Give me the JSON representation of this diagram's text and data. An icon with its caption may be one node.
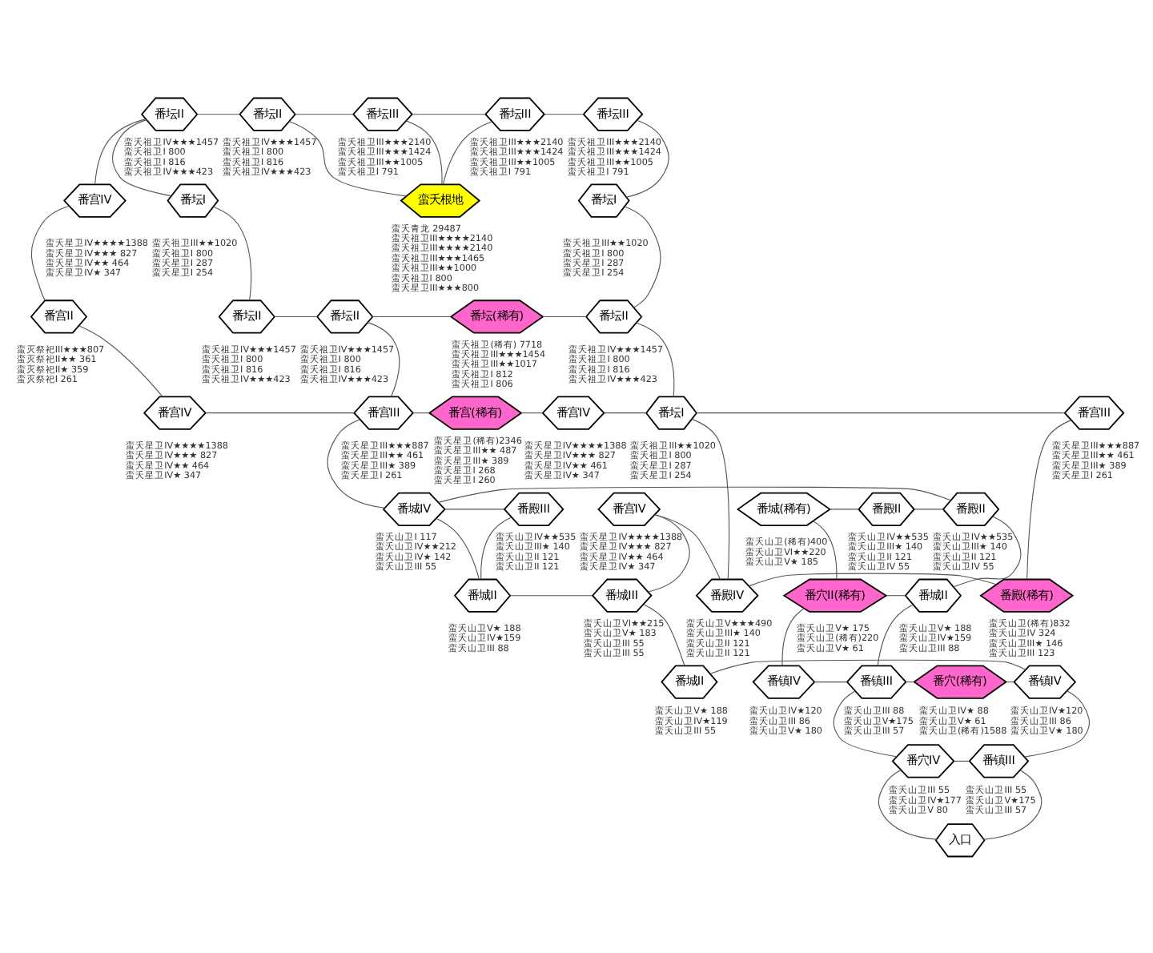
{
  "diagram": {
    "nodes": [
      {
        "text": [
          "番坛II"
        ],
        "beside": [
          "蛮夭祖卫IV★★★1457",
          "蛮夭祖卫I 800",
          "蛮夭祖卫I 816",
          "蛮夭祖卫IV★★★423"
        ]
      },
      {
        "text": [
          "番坛III"
        ],
        "beside": [
          "蛮夭祖卫III★★★2140",
          "蛮夭祖卫III★★★1424",
          "蛮夭祖卫III★★1005",
          "蛮夭祖卫I 791"
        ]
      },
      {
        "text": [
          "番坛III"
        ],
        "beside": [
          "蛮夭祖卫III★★★2140",
          "蛮夭祖卫III★★★1424",
          "蛮夭祖卫III★★1005",
          "蛮夭祖卫I 791"
        ]
      },
      {
        "text": [
          "番坛III"
        ],
        "beside": [
          "蛮夭祖卫III★★★2140",
          "蛮夭祖卫III★★★1424",
          "蛮夭祖卫III★★1005",
          "蛮夭祖卫I 791"
        ]
      },
      {
        "text": [
          "蛮夭根地"
        ],
        "beside": [
          "蛮夭青龙 29487",
          "蛮夭祖卫III★★★★2140",
          "蛮夭祖卫III★★★★2140",
          "蛮夭祖卫III★★★1465",
          "蛮夭祖卫III★★1000",
          "蛮夭祖卫I 800",
          "蛮夭星卫III★★★800"
        ]
      },
      {
        "text": [
          "番坛II"
        ],
        "beside": [
          "蛮夭祖卫IV★★★1457",
          "蛮夭祖卫I 800",
          "蛮夭祖卫I 816",
          "蛮夭祖卫IV★★★423"
        ]
      },
      {
        "text": [
          "番坛I"
        ],
        "beside": [
          "蛮夭祖卫III★★1020",
          "蛮夭祖卫I 800",
          "蛮夭星卫I 287",
          "蛮夭星卫I 254"
        ]
      },
      {
        "text": [
          "番坛I"
        ],
        "beside": [
          "蛮夭祖卫III★★1020",
          "蛮夭祖卫I 800",
          "蛮夭星卫I 287",
          "蛮夭星卫I 254"
        ]
      },
      {
        "text": [
          "番坛II"
        ],
        "beside": [
          "蛮夭祖卫IV★★★1457",
          "蛮夭祖卫I 800",
          "蛮夭祖卫I 816",
          "蛮夭祖卫IV★★★423"
        ]
      },
      {
        "text": [
          "番坛II"
        ],
        "beside": [
          "蛮夭祖卫IV★★★1457",
          "蛮夭祖卫I 800",
          "蛮夭祖卫I 816",
          "蛮夭祖卫IV★★★423"
        ]
      },
      {
        "text": [
          "番坛(稀有)"
        ],
        "beside": [
          "蛮夭祖卫(稀有) 7718",
          "蛮夭祖卫III★★★1454",
          "蛮夭祖卫III★★1017",
          "蛮夭祖卫I 812",
          "蛮夭祖卫I 806"
        ]
      },
      {
        "text": [
          "番坛II"
        ],
        "beside": [
          "蛮夭祖卫IV★★★1457",
          "蛮夭祖卫I 800",
          "蛮夭祖卫I 816",
          "蛮夭祖卫IV★★★423"
        ]
      },
      {
        "text": [
          "番宫IV"
        ],
        "beside": [
          "蛮夭星卫IV★★★★1388",
          "蛮夭星卫IV★★★ 827",
          "蛮夭星卫IV★★ 464",
          "蛮夭星卫IV★ 347"
        ]
      },
      {
        "text": [
          "番宫III"
        ],
        "beside": [
          "蛮夭星卫III★★★887",
          "蛮夭星卫III★★ 461",
          "蛮夭星卫III★ 389",
          "蛮夭星卫I 261"
        ]
      },
      {
        "text": [
          "番宫II"
        ],
        "beside": [
          "蛮灭祭祀III★★★807",
          "蛮灭祭祀II★★ 361",
          "蛮灭祭祀II★ 359",
          "蛮灭祭祀I 261"
        ]
      },
      {
        "text": [
          "番坛I"
        ],
        "beside": [
          "蛮夭祖卫III★★1020",
          "蛮夭祖卫I 800",
          "蛮夭星卫I 287",
          "蛮夭星卫I 254"
        ]
      },
      {
        "text": [
          "番宫IV"
        ],
        "beside": [
          "蛮夭星卫IV★★★★1388",
          "蛮夭星卫IV★★★ 827",
          "蛮夭星卫IV★★ 464",
          "蛮夭星卫IV★ 347"
        ]
      },
      {
        "text": [
          "番宫III"
        ],
        "beside": [
          "蛮夭星卫III★★★887",
          "蛮夭星卫III★★ 461",
          "蛮夭星卫III★ 389",
          "蛮夭星卫I 261"
        ]
      },
      {
        "text": [
          "番宫IV"
        ],
        "beside": [
          "蛮夭星卫IV★★★★1388",
          "蛮夭星卫IV★★★ 827",
          "蛮夭星卫IV★★ 461",
          "蛮夭星卫IV★ 347"
        ]
      },
      {
        "text": [
          "番宫(稀有)"
        ],
        "beside": [
          "蛮夭星卫(稀有)2346",
          "蛮夭星卫III★★ 487",
          "蛮夭星卫III★ 389",
          "蛮夭星卫I 268",
          "蛮夭星卫I 260"
        ]
      },
      {
        "text": [
          "番城(稀有)"
        ],
        "beside": [
          "蛮夭山卫(稀有)400",
          "蛮夭山卫VI★★220",
          "蛮夭山卫V★ 185"
        ]
      },
      {
        "text": [
          "番殿(稀有)"
        ],
        "beside": [
          "蛮夭山卫(稀有)832",
          "蛮夭山卫IV 324",
          "蛮夭山卫III★ 146",
          "蛮夭山卫III 123"
        ]
      },
      {
        "text": [
          "番殿II"
        ],
        "beside": [
          "蛮夭山卫IV★★535",
          "蛮夭山卫III★ 140",
          "蛮夭山卫II 121",
          "蛮夭山卫IV 55"
        ]
      },
      {
        "text": [
          "番殿IV"
        ],
        "beside": [
          "蛮夭山卫V★★★490",
          "蛮夭山卫III★ 140",
          "蛮夭山卫II 121",
          "蛮夭山卫II 121"
        ]
      },
      {
        "text": [
          "番殿II"
        ],
        "beside": [
          "蛮夭山卫IV★★535",
          "蛮夭山卫III★ 140",
          "蛮夭山卫II 121",
          "蛮夭山卫IV 55"
        ]
      },
      {
        "text": [
          "番宫IV"
        ],
        "beside": [
          "蛮夭星卫IV★★★★1388",
          "蛮夭星卫IV★★★ 827",
          "蛮夭星卫IV★★ 464",
          "蛮夭星卫IV★ 347"
        ]
      },
      {
        "text": [
          "番城IV"
        ],
        "beside": [
          "蛮夭山卫I 117",
          "蛮夭山卫IV★★212",
          "蛮夭山卫IV★ 142",
          "蛮夭山卫III 55"
        ]
      },
      {
        "text": [
          "番殿III"
        ],
        "beside": [
          "蛮夭山卫IV★★535",
          "蛮夭山卫III★ 140",
          "蛮夭山卫II 121",
          "蛮夭山卫II 121"
        ]
      },
      {
        "text": [
          "番穴II(稀有)"
        ],
        "beside": [
          "蛮夭山卫V★ 175",
          "蛮夭山卫(稀有)220",
          "蛮夭山卫V★ 61"
        ]
      },
      {
        "text": [
          "番城II"
        ],
        "beside": [
          "蛮夭山卫V★ 188",
          "蛮夭山卫IV★119",
          "蛮夭山卫III 55"
        ]
      },
      {
        "text": [
          "番城II"
        ],
        "beside": [
          "蛮夭山卫V★ 188",
          "蛮夭山卫IV★159",
          "蛮夭山卫III 88"
        ]
      },
      {
        "text": [
          "番城II"
        ],
        "beside": [
          "蛮夭山卫V★ 188",
          "蛮夭山卫IV★159",
          "蛮夭山卫III 88"
        ]
      },
      {
        "text": [
          "番城III"
        ],
        "beside": [
          "蛮夭山卫VI★★215",
          "蛮夭山卫V★ 183",
          "蛮夭山卫III 55",
          "蛮夭山卫III 55"
        ]
      },
      {
        "text": [
          "番镇IV"
        ],
        "beside": [
          "蛮夭山卫IV★120",
          "蛮夭山卫III 86",
          "蛮夭山卫V★ 180"
        ]
      },
      {
        "text": [
          "番镇IV"
        ],
        "beside": [
          "蛮夭山卫IV★120",
          "蛮夭山卫III 86",
          "蛮夭山卫V★ 180"
        ]
      },
      {
        "text": [
          "番镇III"
        ],
        "beside": [
          "蛮夭山卫III 88",
          "蛮夭山卫V★175",
          "蛮夭山卫III 57"
        ]
      },
      {
        "text": [
          "番穴(稀有)"
        ],
        "beside": [
          "蛮夭山卫IV★ 88",
          "蛮夭山卫V★ 61",
          "蛮夭山卫(稀有)1588"
        ]
      },
      {
        "text": [
          "番穴IV"
        ],
        "beside": [
          "蛮夭山卫III 55",
          "蛮夭山卫IV★177",
          "蛮夭山卫V 80"
        ]
      },
      {
        "text": [
          "番镇III"
        ],
        "beside": [
          "蛮夭山卫III 55",
          "蛮夭山卫V★175",
          "蛮夭山卫III 57"
        ]
      },
      {
        "text": [
          "入口"
        ]
      }
    ],
    "edges": [
      {
        "from": 12,
        "to": 5,
        "arrow": "none"
      },
      {
        "from": 5,
        "to": 0,
        "arrow": "none"
      },
      {
        "from": 5,
        "to": 7,
        "arrow": "none"
      },
      {
        "from": 0,
        "to": 1,
        "arrow": "none"
      },
      {
        "from": 0,
        "to": 4,
        "arrow": "none"
      },
      {
        "from": 1,
        "to": 4,
        "arrow": "none"
      },
      {
        "from": 1,
        "to": 2,
        "arrow": "none"
      },
      {
        "from": 2,
        "to": 4,
        "arrow": "none"
      },
      {
        "from": 2,
        "to": 3,
        "arrow": "none"
      },
      {
        "from": 3,
        "to": 6,
        "arrow": "none"
      },
      {
        "from": 6,
        "to": 11,
        "arrow": "none"
      },
      {
        "from": 7,
        "to": 8,
        "arrow": "none"
      },
      {
        "from": 8,
        "to": 9,
        "arrow": "none"
      },
      {
        "from": 9,
        "to": 10,
        "arrow": "none"
      },
      {
        "from": 10,
        "to": 11,
        "arrow": "none"
      },
      {
        "from": 9,
        "to": 17,
        "arrow": "none"
      },
      {
        "from": 11,
        "to": 15,
        "arrow": "none"
      },
      {
        "from": 12,
        "to": 14,
        "arrow": "none"
      },
      {
        "from": 14,
        "to": 16,
        "arrow": "none"
      },
      {
        "from": 16,
        "to": 17,
        "arrow": "none"
      },
      {
        "from": 17,
        "to": 19,
        "arrow": "none"
      },
      {
        "from": 19,
        "to": 18,
        "arrow": "none"
      },
      {
        "from": 18,
        "to": 15,
        "arrow": "none"
      },
      {
        "from": 15,
        "to": 13,
        "arrow": "none"
      },
      {
        "from": 13,
        "to": 21,
        "arrow": "none"
      },
      {
        "from": 15,
        "to": 23,
        "arrow": "none"
      },
      {
        "from": 23,
        "to": 21,
        "arrow": "none"
      },
      {
        "from": 17,
        "to": 26,
        "arrow": "none"
      },
      {
        "from": 20,
        "to": 22,
        "arrow": "none"
      },
      {
        "from": 22,
        "to": 24,
        "arrow": "none"
      },
      {
        "from": 24,
        "to": 26,
        "arrow": "none"
      },
      {
        "from": 26,
        "to": 27,
        "arrow": "none"
      },
      {
        "from": 20,
        "to": 28,
        "arrow": "none"
      },
      {
        "from": 24,
        "to": 30,
        "arrow": "none"
      },
      {
        "from": 26,
        "to": 31,
        "arrow": "none"
      },
      {
        "from": 27,
        "to": 31,
        "arrow": "none"
      },
      {
        "from": 25,
        "to": 23,
        "arrow": "none"
      },
      {
        "from": 25,
        "to": 32,
        "arrow": "none"
      },
      {
        "from": 31,
        "to": 32,
        "arrow": "none"
      },
      {
        "from": 32,
        "to": 29,
        "arrow": "none"
      },
      {
        "from": 28,
        "to": 30,
        "arrow": "none"
      },
      {
        "from": 28,
        "to": 33,
        "arrow": "none"
      },
      {
        "from": 30,
        "to": 35,
        "arrow": "none"
      },
      {
        "from": 33,
        "to": 35,
        "arrow": "none"
      },
      {
        "from": 35,
        "to": 36,
        "arrow": "none"
      },
      {
        "from": 36,
        "to": 34,
        "arrow": "none"
      },
      {
        "from": 29,
        "to": 34,
        "arrow": "none"
      },
      {
        "from": 34,
        "to": 38,
        "arrow": "none"
      },
      {
        "from": 35,
        "to": 37,
        "arrow": "none"
      },
      {
        "from": 37,
        "to": 38,
        "arrow": "none"
      },
      {
        "from": 37,
        "to": 39,
        "arrow": "none"
      },
      {
        "from": 38,
        "to": 39,
        "arrow": "none"
      }
    ]
  }
}
